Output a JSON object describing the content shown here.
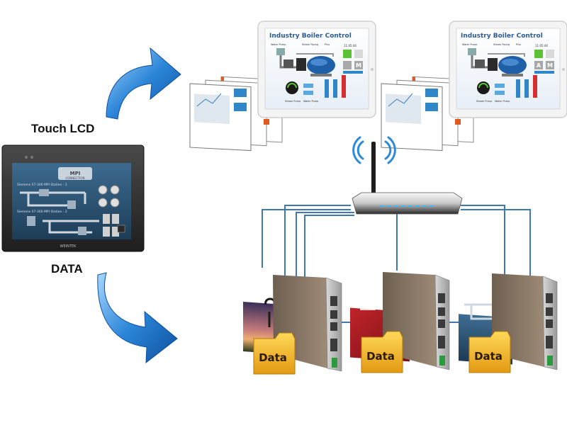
{
  "labels": {
    "touch_lcd": "Touch LCD",
    "data": "DATA"
  },
  "hmi": {
    "brand": "WEINTEK",
    "screen_banner": "MPI",
    "screen_banner_sub": "CONNECTION",
    "screen_line1": "Siemens S7-300 MPI Station - 1",
    "screen_line2": "Siemens S7-300 MPI Station - 2"
  },
  "tablet_screen": {
    "title": "Industry Boiler Control",
    "time": "11:05:44",
    "tag_water": "Water Pump",
    "tag_steam": "Steam Piping",
    "tag_plus": "Plus",
    "mode_auto": "A",
    "mode_manual": "M",
    "btn_steam_pump": "Steam Pump",
    "btn_water_pump": "Water Pump"
  },
  "folder_label": "Data",
  "colors": {
    "arrow_blue": "#2c86d8",
    "cable_blue": "#3f78b0",
    "router_led": "#39b8ff",
    "folder_yellow": "#f2b82a",
    "device_brown": "#8a7a68"
  }
}
